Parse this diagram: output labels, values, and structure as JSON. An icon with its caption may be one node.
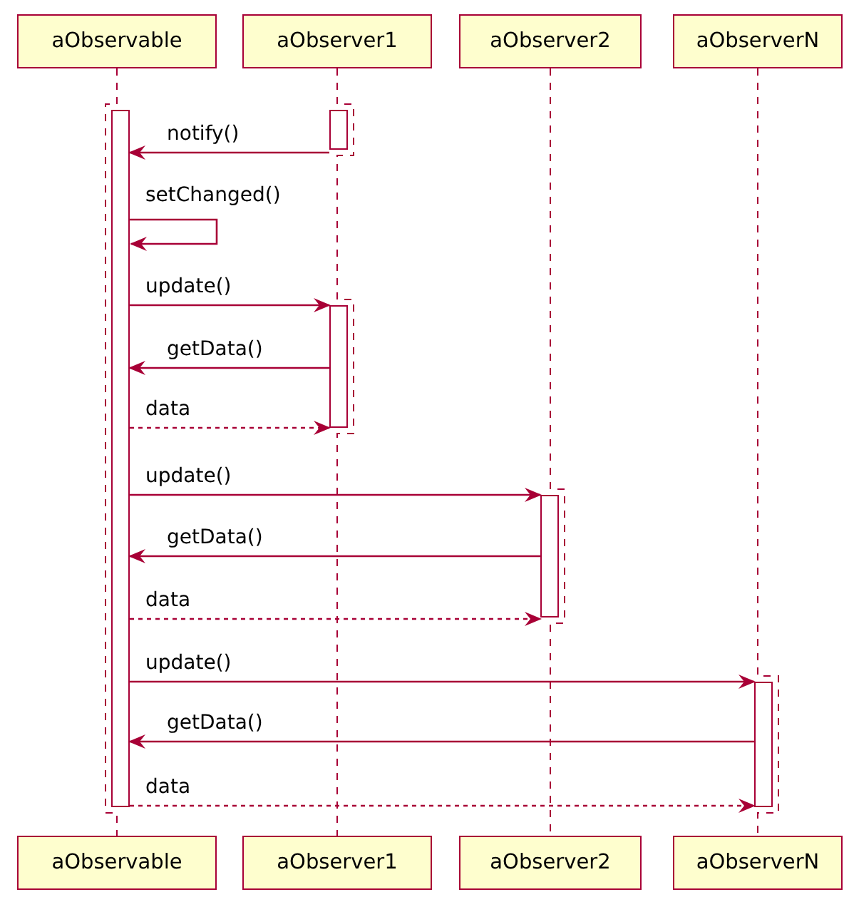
{
  "diagram": {
    "nodes": [
      {
        "text": [
          "aObservable"
        ]
      },
      {
        "text": [
          "aObserver1"
        ]
      },
      {
        "text": [
          "aObserver2"
        ]
      },
      {
        "text": [
          "aObserverN"
        ]
      },
      {
        "text": [],
        "shape": "bar"
      },
      {
        "text": [],
        "shape": "bar"
      },
      {
        "text": [],
        "shape": "bar"
      },
      {
        "text": [],
        "shape": "bar"
      },
      {
        "text": [],
        "shape": "bar"
      },
      {
        "text": [
          "aObservable"
        ]
      },
      {
        "text": [
          "aObserver1"
        ]
      },
      {
        "text": [
          "aObserver2"
        ]
      },
      {
        "text": [
          "aObserverN"
        ]
      }
    ],
    "edges": [
      {
        "from": 5,
        "to": 4,
        "arrow": "to",
        "label": "notify()"
      },
      {
        "from": 4,
        "to": 4,
        "arrow": "to",
        "label": "setChanged()"
      },
      {
        "from": 4,
        "to": 6,
        "arrow": "to",
        "label": "update()"
      },
      {
        "from": 6,
        "to": 4,
        "arrow": "to",
        "label": "getData()"
      },
      {
        "from": 4,
        "to": 6,
        "arrow": "to",
        "label": "data",
        "style": "dashed"
      },
      {
        "from": 4,
        "to": 7,
        "arrow": "to",
        "label": "update()"
      },
      {
        "from": 7,
        "to": 4,
        "arrow": "to",
        "label": "getData()"
      },
      {
        "from": 4,
        "to": 7,
        "arrow": "to",
        "label": "data",
        "style": "dashed"
      },
      {
        "from": 4,
        "to": 8,
        "arrow": "to",
        "label": "update()"
      },
      {
        "from": 8,
        "to": 4,
        "arrow": "to",
        "label": "getData()"
      },
      {
        "from": 4,
        "to": 8,
        "arrow": "to",
        "label": "data",
        "style": "dashed"
      },
      {
        "from": 0,
        "to": 9,
        "arrow": "none",
        "style": "dashed"
      },
      {
        "from": 1,
        "to": 10,
        "arrow": "none",
        "style": "dashed"
      },
      {
        "from": 2,
        "to": 11,
        "arrow": "none",
        "style": "dashed"
      },
      {
        "from": 3,
        "to": 12,
        "arrow": "none",
        "style": "dashed"
      }
    ]
  }
}
